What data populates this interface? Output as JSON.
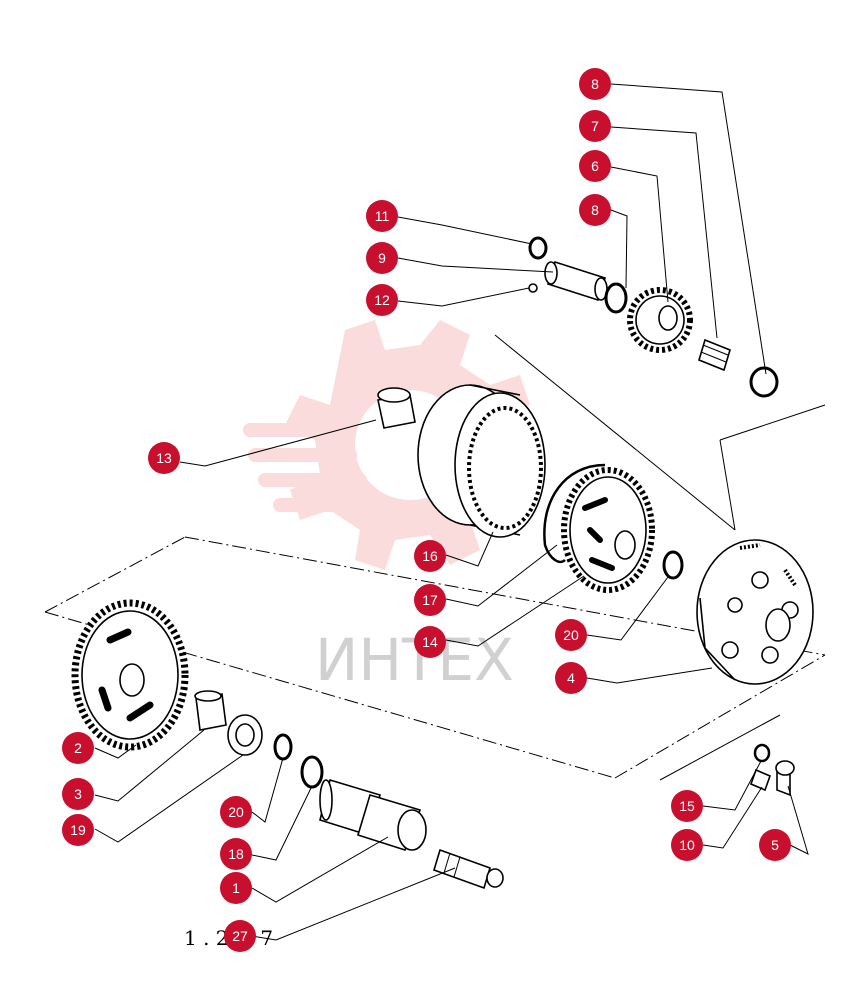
{
  "watermark": {
    "text": "ИНТЕХ",
    "color": "#d9d9d9",
    "logo_color": "#f7c0c0"
  },
  "accent_color": "#c8102e",
  "footer_code": "1 . 27 . 7",
  "callouts": [
    {
      "id": "c8a",
      "label": "8"
    },
    {
      "id": "c7",
      "label": "7"
    },
    {
      "id": "c6",
      "label": "6"
    },
    {
      "id": "c8b",
      "label": "8"
    },
    {
      "id": "c11",
      "label": "11"
    },
    {
      "id": "c9",
      "label": "9"
    },
    {
      "id": "c12",
      "label": "12"
    },
    {
      "id": "c13",
      "label": "13"
    },
    {
      "id": "c16",
      "label": "16"
    },
    {
      "id": "c17",
      "label": "17"
    },
    {
      "id": "c14",
      "label": "14"
    },
    {
      "id": "c20a",
      "label": "20"
    },
    {
      "id": "c4",
      "label": "4"
    },
    {
      "id": "c2",
      "label": "2"
    },
    {
      "id": "c3",
      "label": "3"
    },
    {
      "id": "c19",
      "label": "19"
    },
    {
      "id": "c20b",
      "label": "20"
    },
    {
      "id": "c18",
      "label": "18"
    },
    {
      "id": "c1",
      "label": "1"
    },
    {
      "id": "c27",
      "label": "27"
    },
    {
      "id": "c15",
      "label": "15"
    },
    {
      "id": "c10",
      "label": "10"
    },
    {
      "id": "c5",
      "label": "5"
    }
  ]
}
